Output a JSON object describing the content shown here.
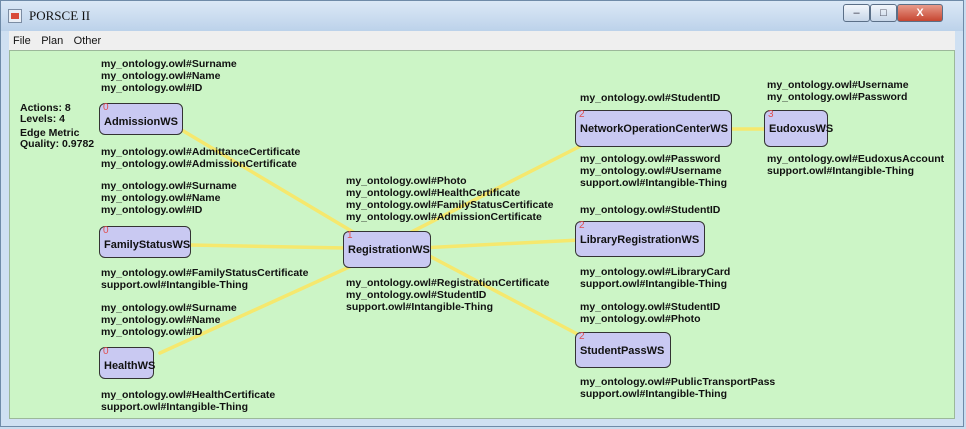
{
  "window": {
    "title": "PORSCE II",
    "controls": {
      "minimize": "–",
      "maximize": "□",
      "close": "X"
    }
  },
  "menu": [
    "File",
    "Plan",
    "Other"
  ],
  "stats": {
    "actions": "Actions: 8",
    "levels": "Levels:  4",
    "edge_metric": "Edge Metric",
    "quality": "Quality: 0.9782"
  },
  "nodes": {
    "admission": {
      "level": "0",
      "name": "AdmissionWS"
    },
    "family": {
      "level": "0",
      "name": "FamilyStatusWS"
    },
    "health": {
      "level": "0",
      "name": "HealthWS"
    },
    "registration": {
      "level": "1",
      "name": "RegistrationWS"
    },
    "network": {
      "level": "2",
      "name": "NetworkOperationCenterWS"
    },
    "library": {
      "level": "2",
      "name": "LibraryRegistrationWS"
    },
    "studentpass": {
      "level": "2",
      "name": "StudentPassWS"
    },
    "eudoxus": {
      "level": "3",
      "name": "EudoxusWS"
    }
  },
  "labels": {
    "admission_in": [
      "my_ontology.owl#Surname",
      "my_ontology.owl#Name",
      "my_ontology.owl#ID"
    ],
    "admission_out": [
      "my_ontology.owl#AdmittanceCertificate",
      "my_ontology.owl#AdmissionCertificate"
    ],
    "family_in": [
      "my_ontology.owl#Surname",
      "my_ontology.owl#Name",
      "my_ontology.owl#ID"
    ],
    "family_out": [
      "my_ontology.owl#FamilyStatusCertificate",
      "support.owl#Intangible-Thing"
    ],
    "health_in": [
      "my_ontology.owl#Surname",
      "my_ontology.owl#Name",
      "my_ontology.owl#ID"
    ],
    "health_out": [
      "my_ontology.owl#HealthCertificate",
      "support.owl#Intangible-Thing"
    ],
    "registration_in": [
      "my_ontology.owl#Photo",
      "my_ontology.owl#HealthCertificate",
      "my_ontology.owl#FamilyStatusCertificate",
      "my_ontology.owl#AdmissionCertificate"
    ],
    "registration_out": [
      "my_ontology.owl#RegistrationCertificate",
      "my_ontology.owl#StudentID",
      "support.owl#Intangible-Thing"
    ],
    "network_in": [
      "my_ontology.owl#StudentID"
    ],
    "network_out": [
      "my_ontology.owl#Password",
      "my_ontology.owl#Username",
      "support.owl#Intangible-Thing"
    ],
    "library_in": [
      "my_ontology.owl#StudentID"
    ],
    "library_out": [
      "my_ontology.owl#LibraryCard",
      "support.owl#Intangible-Thing"
    ],
    "studentpass_in": [
      "my_ontology.owl#StudentID",
      "my_ontology.owl#Photo"
    ],
    "studentpass_out": [
      "my_ontology.owl#PublicTransportPass",
      "support.owl#Intangible-Thing"
    ],
    "eudoxus_in": [
      "my_ontology.owl#Username",
      "my_ontology.owl#Password"
    ],
    "eudoxus_out": [
      "my_ontology.owl#EudoxusAccount",
      "support.owl#Intangible-Thing"
    ]
  },
  "colors": {
    "canvas": "#ccf5c6",
    "node_fill": "#c9c9f2",
    "edge": "#f5e86e",
    "level_number": "#e05050"
  }
}
